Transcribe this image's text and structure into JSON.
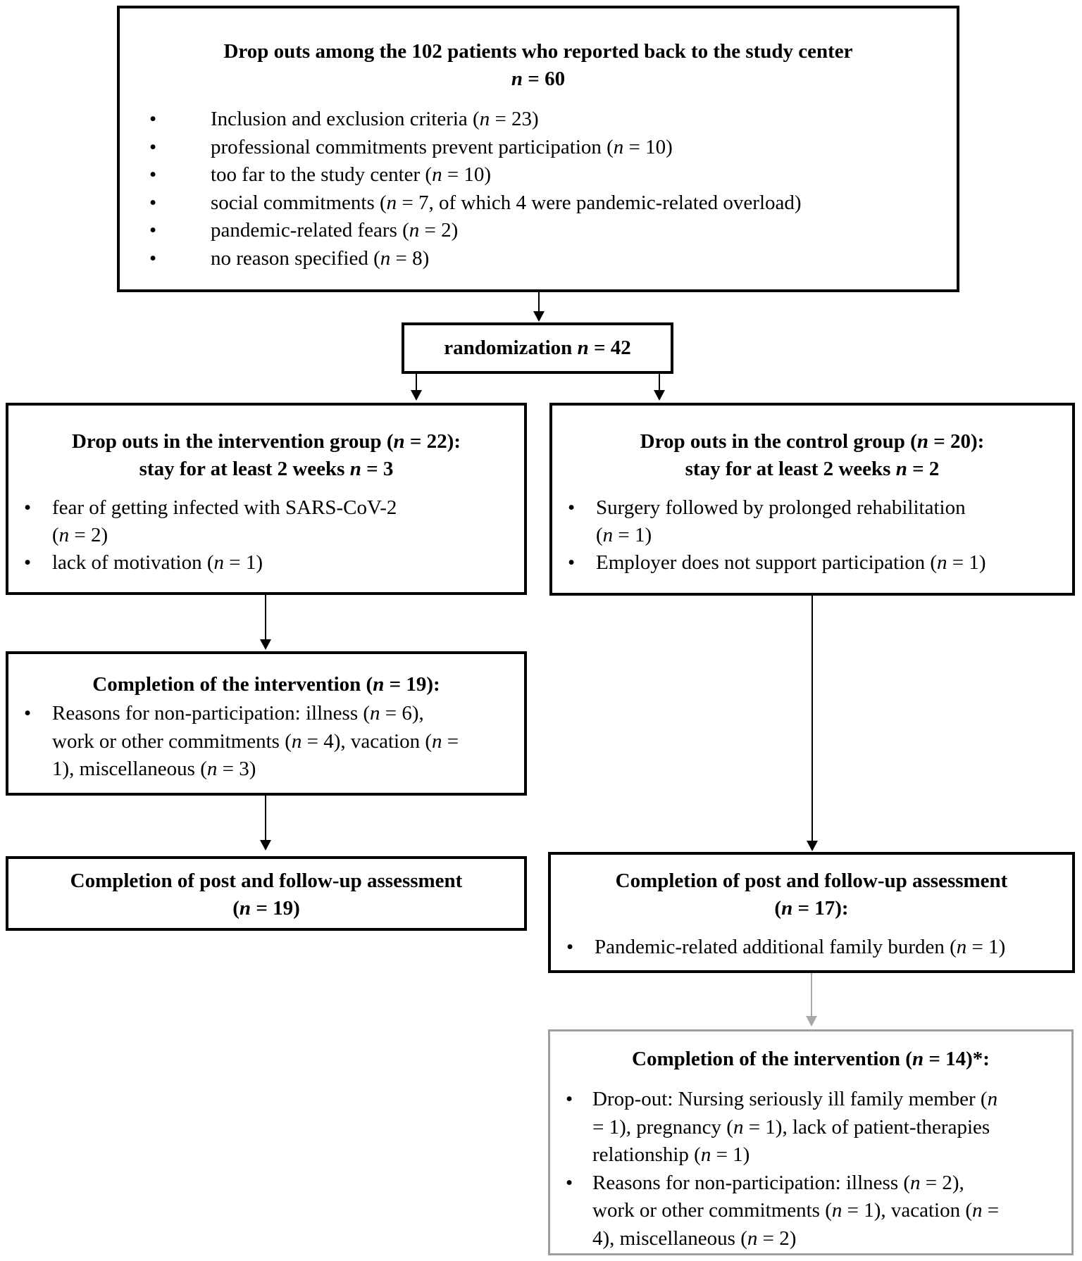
{
  "top_box": {
    "title_line1": "Drop outs among the 102 patients who reported back to the study center",
    "title_n_label": "n",
    "title_n_value": " = 60",
    "items": [
      {
        "pre": "Inclusion and exclusion criteria (",
        "n": "n",
        "post": " = 23)"
      },
      {
        "pre": "professional commitments prevent participation (",
        "n": "n",
        "post": " = 10)"
      },
      {
        "pre": "too far to the study center (",
        "n": "n",
        "post": " = 10)"
      },
      {
        "pre": "social commitments (",
        "n": "n",
        "post": " = 7, of which 4 were pandemic-related overload)"
      },
      {
        "pre": "pandemic-related fears (",
        "n": "n",
        "post": " = 2)"
      },
      {
        "pre": "no reason specified (",
        "n": "n",
        "post": " = 8)"
      }
    ]
  },
  "randomization": {
    "pre": "randomization ",
    "n": "n",
    "post": " = 42"
  },
  "intervention_dropouts": {
    "title_a": "Drop outs in the intervention group (",
    "title_n": "n",
    "title_b": " = 22):",
    "title2_a": "stay for at least 2 weeks ",
    "title2_n": "n",
    "title2_b": " = 3",
    "item1_a": "fear of getting infected with SARS-CoV-2",
    "item1_b": "(",
    "item1_n": "n",
    "item1_c": " = 2)",
    "item2_a": "lack of motivation (",
    "item2_n": "n",
    "item2_b": " = 1)"
  },
  "control_dropouts": {
    "title_a": "Drop outs in the control group (",
    "title_n": "n",
    "title_b": " = 20):",
    "title2_a": "stay for at least 2 weeks ",
    "title2_n": "n",
    "title2_b": " = 2",
    "item1_a": "Surgery followed by prolonged rehabilitation",
    "item1_b": "(",
    "item1_n": "n",
    "item1_c": " = 1)",
    "item2_a": "Employer does not support participation (",
    "item2_n": "n",
    "item2_b": " = 1)"
  },
  "intervention_completion": {
    "title_a": "Completion of the intervention (",
    "title_n": "n",
    "title_b": " = 19):",
    "l1_a": "Reasons for non-participation: illness (",
    "l1_n": "n",
    "l1_b": " = 6),",
    "l2_a": "work or other commitments (",
    "l2_n": "n",
    "l2_b": " = 4), vacation (",
    "l2_n2": "n",
    "l2_c": " =",
    "l3_a": "1), miscellaneous (",
    "l3_n": "n",
    "l3_b": " = 3)"
  },
  "intervention_post": {
    "title": "Completion of post and follow-up assessment",
    "n_open": "(",
    "n": "n",
    "n_close": " = 19)"
  },
  "control_post": {
    "title": "Completion of post and follow-up assessment",
    "n_open": "(",
    "n": "n",
    "n_close": " = 17):",
    "item_a": "Pandemic-related additional family burden (",
    "item_n": "n",
    "item_b": " = 1)"
  },
  "control_completion": {
    "title_a": "Completion of the intervention (",
    "title_n": "n",
    "title_b": " = 14)*:",
    "b1_l1_a": "Drop-out: Nursing seriously ill family member (",
    "b1_l1_n": "n",
    "b1_l2_a": "= 1), pregnancy (",
    "b1_l2_n": "n",
    "b1_l2_b": " = 1), lack of patient-therapies",
    "b1_l3_a": "relationship (",
    "b1_l3_n": "n",
    "b1_l3_b": " = 1)",
    "b2_l1_a": "Reasons for non-participation: illness (",
    "b2_l1_n": "n",
    "b2_l1_b": " = 2),",
    "b2_l2_a": "work or other commitments (",
    "b2_l2_n": "n",
    "b2_l2_b": " = 1), vacation (",
    "b2_l2_n2": "n",
    "b2_l2_c": " =",
    "b2_l3_a": "4), miscellaneous (",
    "b2_l3_n": "n",
    "b2_l3_b": " = 2)"
  }
}
